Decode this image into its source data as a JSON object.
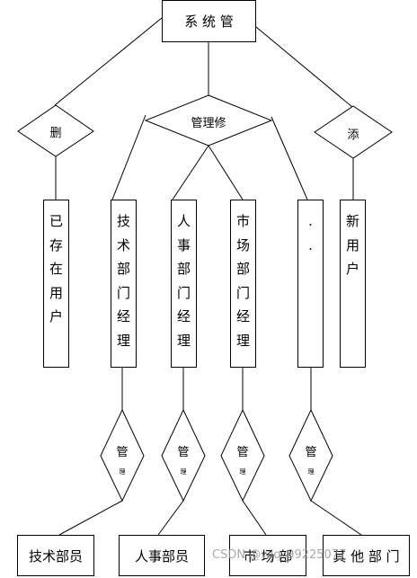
{
  "root": {
    "label": "系 统 管"
  },
  "delete_rel": {
    "label": "删"
  },
  "manage_rel": {
    "label": "管理修"
  },
  "add_rel": {
    "label": "添"
  },
  "existing_users": {
    "chars": [
      "已",
      "存",
      "在",
      "用",
      "户"
    ]
  },
  "tech_manager": {
    "chars": [
      "技",
      "术",
      "部",
      "门",
      "经",
      "理"
    ]
  },
  "hr_manager": {
    "chars": [
      "人",
      "事",
      "部",
      "门",
      "经",
      "理"
    ]
  },
  "market_manager": {
    "chars": [
      "市",
      "场",
      "部",
      "门",
      "经",
      "理"
    ]
  },
  "other_manager": {
    "chars": [
      ".",
      "."
    ]
  },
  "new_users": {
    "chars": [
      "新",
      "用",
      "户"
    ]
  },
  "sub_rels": [
    {
      "top": "管",
      "bottom": "理"
    },
    {
      "top": "管",
      "bottom": "理"
    },
    {
      "top": "管",
      "bottom": "理"
    },
    {
      "top": "管",
      "bottom": "理"
    }
  ],
  "bottom_entities": [
    {
      "label": "技术部员"
    },
    {
      "label": "人事部员"
    },
    {
      "label": "市 场 部"
    },
    {
      "label": "其 他 部 门"
    }
  ],
  "watermark": "CSDN @wjq_99225077"
}
